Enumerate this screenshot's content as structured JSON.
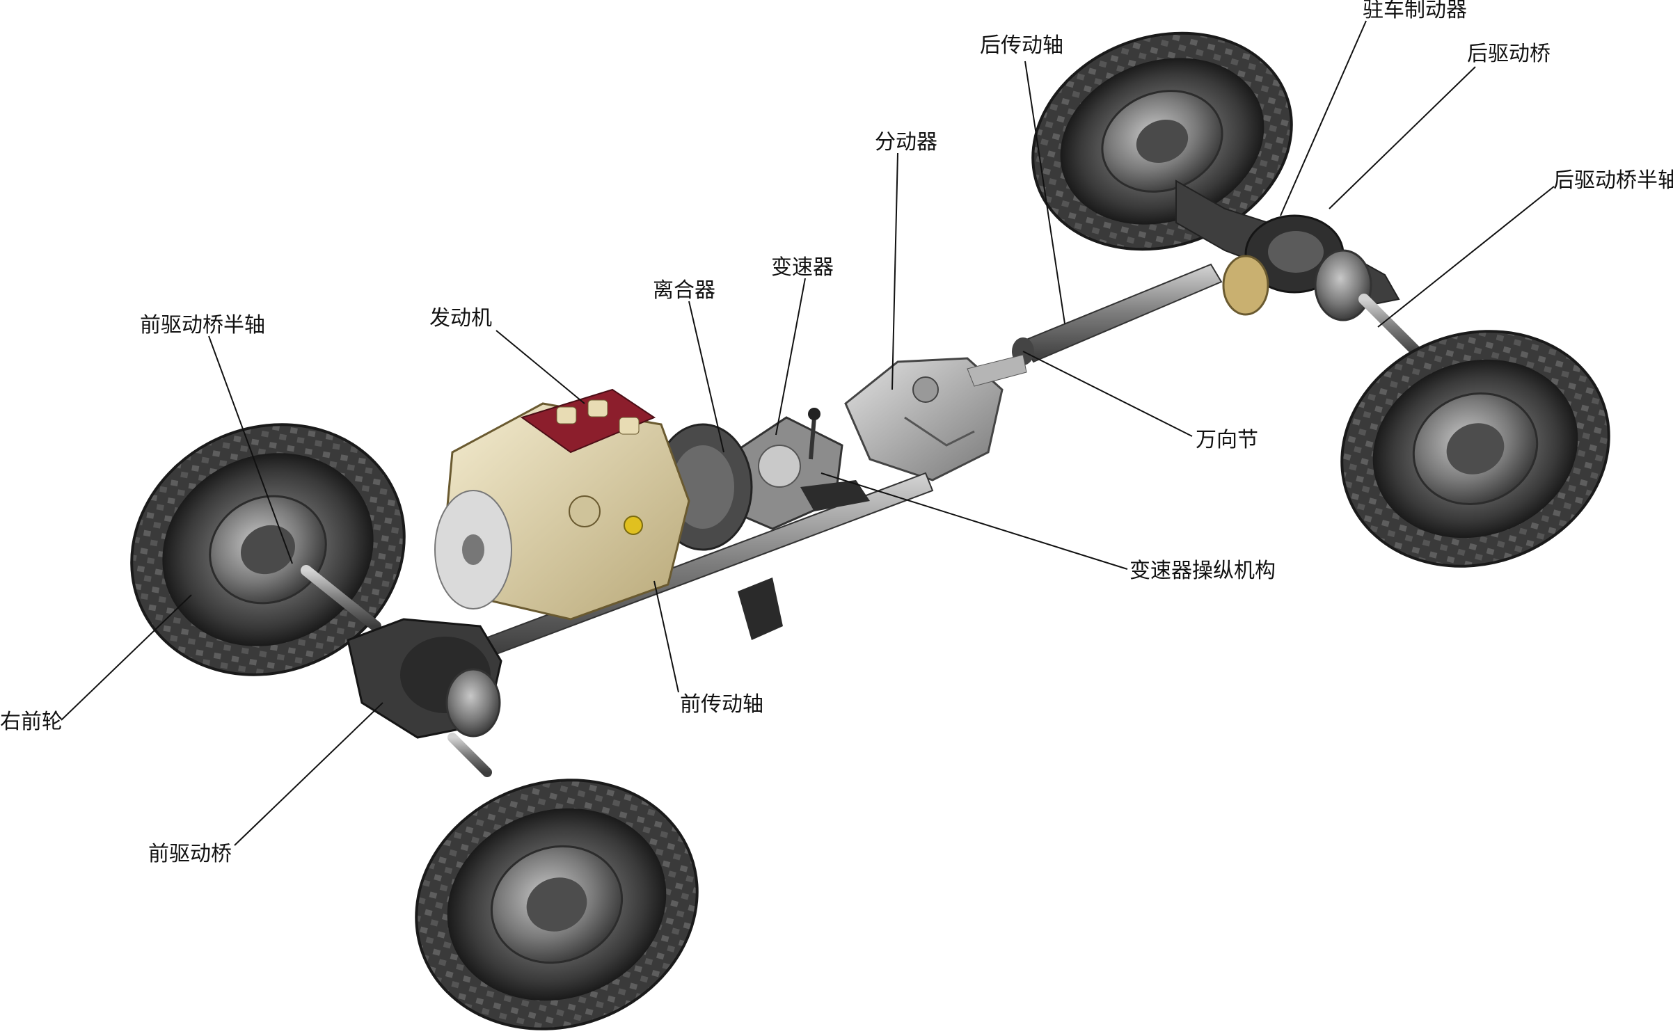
{
  "labels": {
    "rear_propshaft": "后传动轴",
    "parking_brake": "驻车制动器",
    "rear_drive_axle": "后驱动桥",
    "rear_axle_halfshaft": "后驱动桥半轴",
    "transfer_case": "分动器",
    "transmission": "变速器",
    "clutch": "离合器",
    "engine": "发动机",
    "front_axle_halfshaft": "前驱动桥半轴",
    "universal_joint": "万向节",
    "gearshift_mechanism": "变速器操纵机构",
    "front_propshaft": "前传动轴",
    "right_front_wheel": "右前轮",
    "front_drive_axle": "前驱动桥"
  },
  "colors": {
    "tire": "#3a3a3a",
    "tire_dark": "#1e1e1e",
    "rim": "#6b6b6b",
    "shaft": "#8a8a8a",
    "engine_block": "#e8dcb4",
    "engine_head": "#8c1e2c",
    "leader_line": "#111111"
  }
}
